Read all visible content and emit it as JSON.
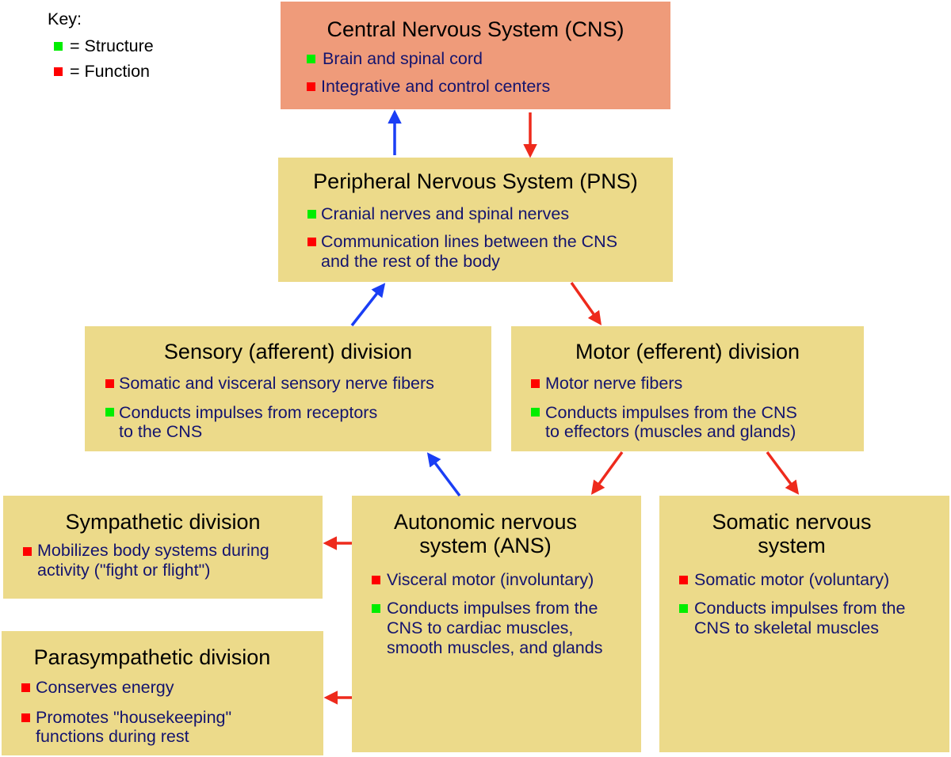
{
  "key": {
    "title": "Key:",
    "structure_label": "= Structure",
    "function_label": "= Function",
    "structure_color": "#00ee00",
    "function_color": "#ff0000"
  },
  "colors": {
    "box_fill": "#ecda8a",
    "cns_fill": "#ef9b7a",
    "text_blue": "#14146e",
    "afferent_arrow": "#1a3ef5",
    "efferent_arrow": "#ee2a1c"
  },
  "cns": {
    "title": "Central Nervous System (CNS)",
    "items": [
      {
        "type": "structure",
        "text": "Brain and spinal cord"
      },
      {
        "type": "function",
        "text": "Integrative and control centers"
      }
    ]
  },
  "pns": {
    "title": "Peripheral Nervous System (PNS)",
    "items": [
      {
        "type": "structure",
        "text": "Cranial nerves and spinal nerves"
      },
      {
        "type": "function",
        "line1": "Communication lines between the CNS",
        "line2": "and the rest of the body"
      }
    ]
  },
  "sensory": {
    "title": "Sensory (afferent) division",
    "items": [
      {
        "type": "function",
        "text": "Somatic and visceral sensory nerve fibers"
      },
      {
        "type": "structure",
        "line1": "Conducts impulses from receptors",
        "line2": "to the CNS"
      }
    ]
  },
  "motor": {
    "title": "Motor (efferent) division",
    "items": [
      {
        "type": "function",
        "text": "Motor nerve fibers"
      },
      {
        "type": "structure",
        "line1": "Conducts impulses from the CNS",
        "line2": "to effectors (muscles and glands)"
      }
    ]
  },
  "sympathetic": {
    "title": "Sympathetic division",
    "items": [
      {
        "type": "function",
        "line1": "Mobilizes body systems during",
        "line2": "activity (\"fight or flight\")"
      }
    ]
  },
  "ans": {
    "title_line1": "Autonomic nervous",
    "title_line2": "system (ANS)",
    "items": [
      {
        "type": "function",
        "text": "Visceral motor (involuntary)"
      },
      {
        "type": "structure",
        "line1": "Conducts impulses from the",
        "line2": "CNS to cardiac muscles,",
        "line3": "smooth muscles, and glands"
      }
    ]
  },
  "somatic": {
    "title_line1": "Somatic nervous",
    "title_line2": "system",
    "items": [
      {
        "type": "function",
        "text": "Somatic motor (voluntary)"
      },
      {
        "type": "structure",
        "line1": "Conducts impulses from the",
        "line2": "CNS to skeletal muscles"
      }
    ]
  },
  "parasympathetic": {
    "title": "Parasympathetic division",
    "items": [
      {
        "type": "function",
        "text": "Conserves energy"
      },
      {
        "type": "function",
        "line1": "Promotes \"housekeeping\"",
        "line2": "functions during rest"
      }
    ]
  }
}
